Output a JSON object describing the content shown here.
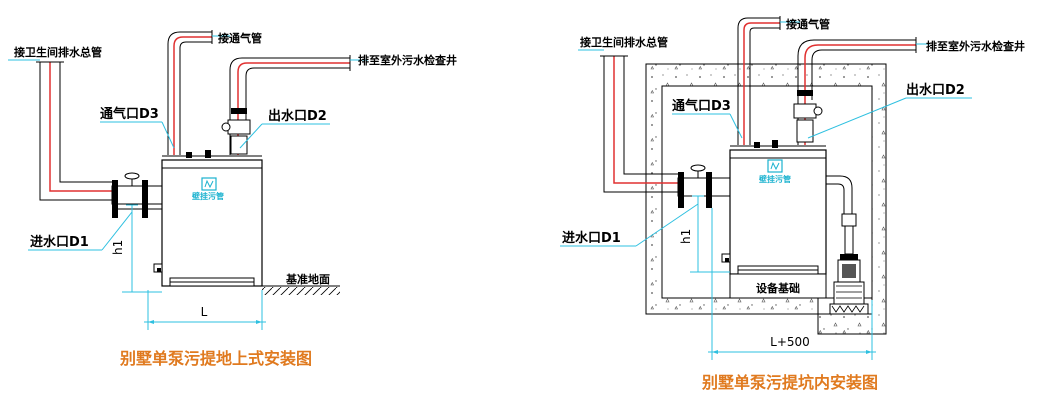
{
  "left": {
    "labels": {
      "toilet_drain": "接卫生间排水总管",
      "vent_pipe": "接通气管",
      "outdoor": "排至室外污水检查井",
      "vent_port": "通气口D3",
      "outlet": "出水口D2",
      "inlet": "进水口D1",
      "h1": "h1",
      "base": "基准地面",
      "L": "L",
      "logo": "壁挂污管"
    },
    "title": "别墅单泵污提地上式安装图"
  },
  "right": {
    "labels": {
      "toilet_drain": "接卫生间排水总管",
      "vent_pipe": "接通气管",
      "outdoor": "排至室外污水检查井",
      "vent_port": "通气口D3",
      "outlet": "出水口D2",
      "inlet": "进水口D1",
      "h1": "h1",
      "foundation": "设备基础",
      "L": "L+500",
      "logo": "壁挂污管"
    },
    "title": "别墅单泵污提坑内安装图"
  },
  "colors": {
    "pipe_red": "#e03030",
    "leader_cyan": "#2ec0e0",
    "title_orange": "#e07a1f",
    "logo_blue": "#1ab2cf"
  }
}
